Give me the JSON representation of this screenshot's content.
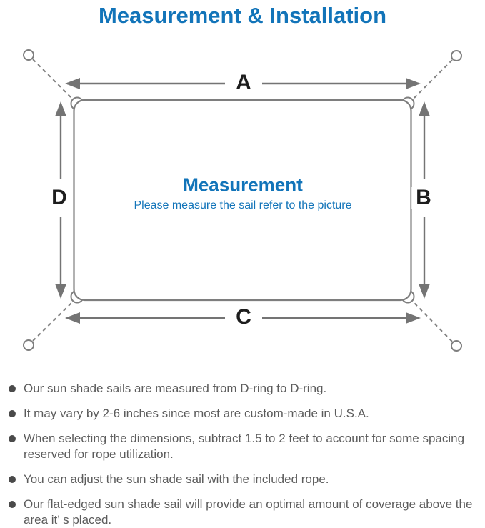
{
  "title": "Measurement & Installation",
  "diagram": {
    "side_labels": {
      "top": "A",
      "right": "B",
      "bottom": "C",
      "left": "D"
    },
    "center_title": "Measurement",
    "center_subtitle": "Please measure the sail refer to the picture"
  },
  "notes": [
    "Our sun shade sails are measured from D-ring to D-ring.",
    "It may vary by 2-6 inches since most are custom-made in U.S.A.",
    "When selecting the dimensions, subtract 1.5 to 2 feet to account for some spacing reserved for rope utilization.",
    "You can adjust the sun shade sail with the included rope.",
    "Our flat-edged sun shade sail will provide an optimal amount of coverage above the area it’ s placed."
  ],
  "colors": {
    "accent_blue": "#1274b9",
    "line_gray": "#7e7e7e",
    "arrow_gray": "#747474",
    "label_black": "#1d1d1d",
    "note_gray": "#5c5c5c"
  }
}
